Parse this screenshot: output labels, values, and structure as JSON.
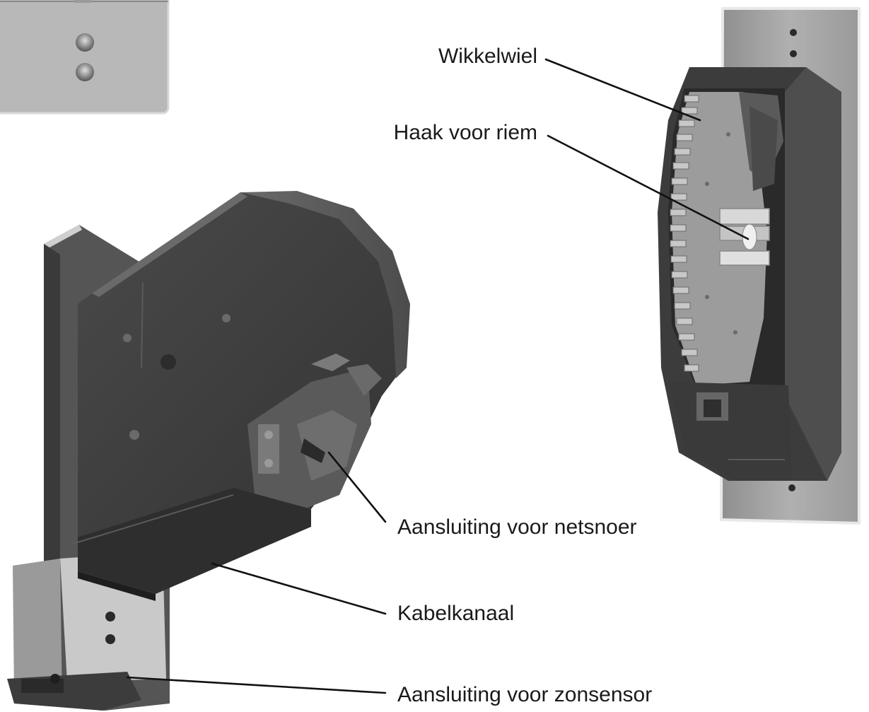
{
  "labels": {
    "winding_wheel": "Wikkelwiel",
    "belt_hook": "Haak voor riem",
    "power_cord_connection": "Aansluiting voor netsnoer",
    "cable_duct": "Kabelkanaal",
    "sun_sensor_connection": "Aansluiting voor zonsensor"
  },
  "colors": {
    "background": "#ffffff",
    "plate": "#a8a8a8",
    "plate_edge": "#e6e6e6",
    "housing_dark": "#3e3e3e",
    "housing_mid": "#555555",
    "housing_light": "#6e6e6e",
    "gear": "#9a9a9a",
    "text": "#1a1a1a"
  }
}
